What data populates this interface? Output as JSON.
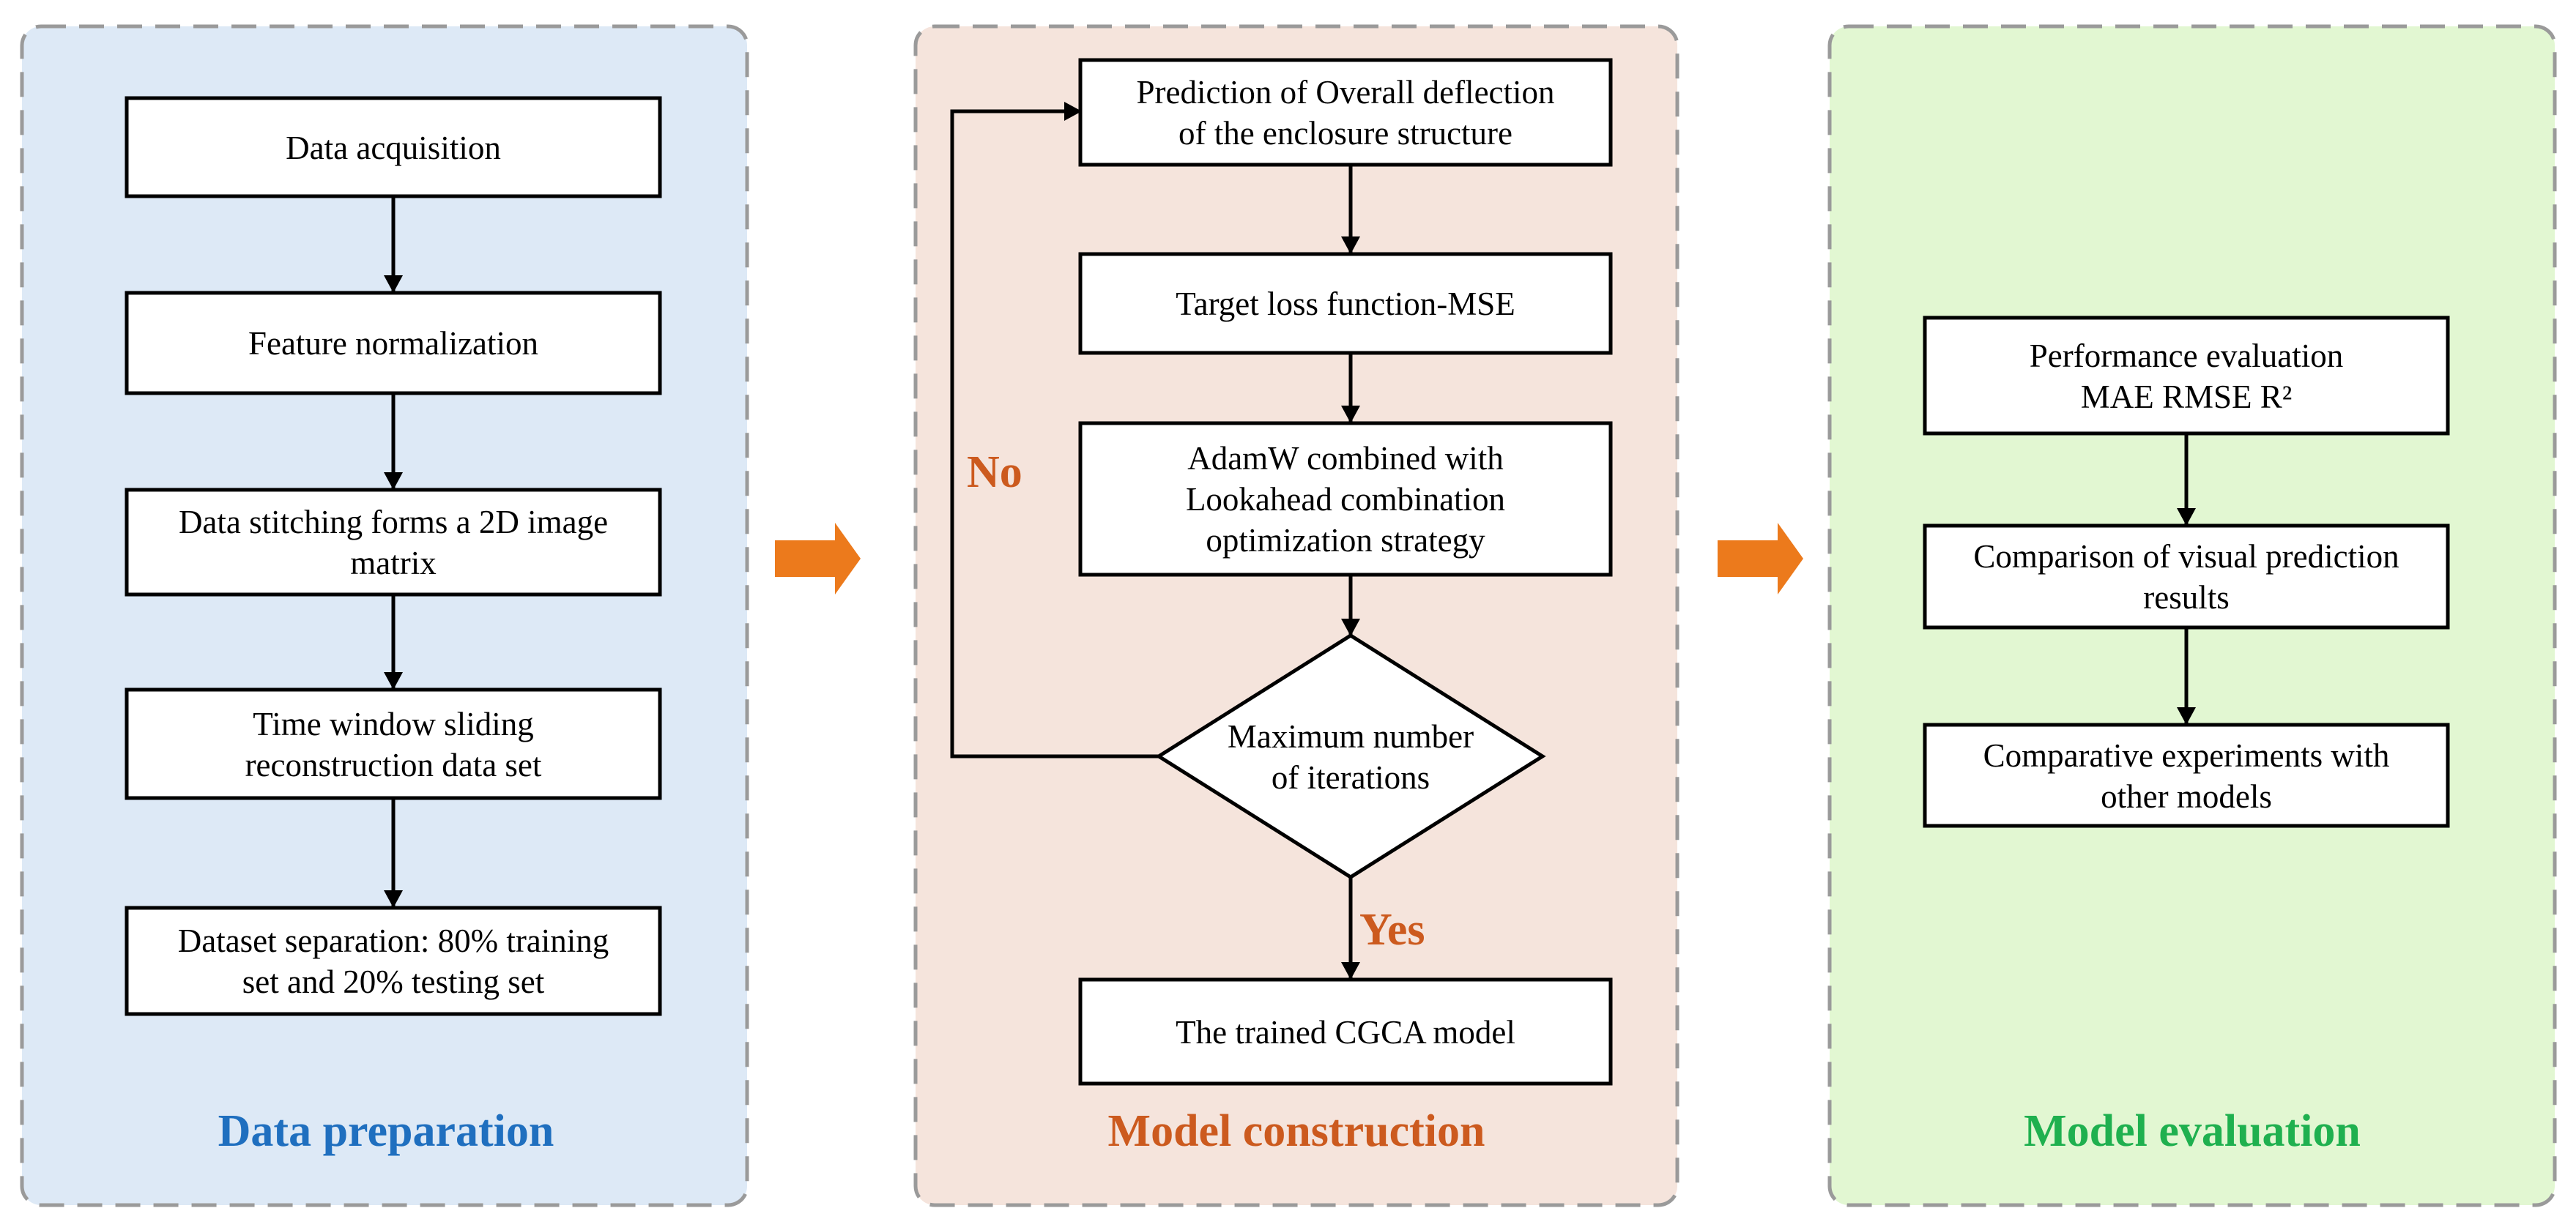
{
  "panels": {
    "prep": {
      "title": "Data preparation",
      "fill": "#dde9f6",
      "title_color": "#1f6fbf"
    },
    "construct": {
      "title": "Model construction",
      "fill": "#f5e4dc",
      "title_color": "#cc5a1e"
    },
    "eval": {
      "title": "Model evaluation",
      "fill": "#e2f7d2",
      "title_color": "#1fb04f"
    }
  },
  "nodes": {
    "data_acquisition": [
      "Data acquisition"
    ],
    "feature_normalization": [
      "Feature normalization"
    ],
    "data_stitching": [
      "Data stitching forms a 2D image",
      "matrix"
    ],
    "time_window": [
      "Time window sliding",
      "reconstruction data set"
    ],
    "dataset_separation": [
      "Dataset separation: 80% training",
      "set and 20% testing set"
    ],
    "prediction": [
      "Prediction of Overall deflection",
      "of the enclosure structure"
    ],
    "loss": [
      "Target loss function-MSE"
    ],
    "optimizer": [
      "AdamW combined with",
      "Lookahead combination",
      "optimization strategy"
    ],
    "max_iter": [
      "Maximum number",
      "of iterations"
    ],
    "trained_model": [
      "The trained CGCA model"
    ],
    "performance": [
      "Performance evaluation",
      "MAE RMSE R²"
    ],
    "visual_comparison": [
      "Comparison of visual prediction",
      "results"
    ],
    "comparative": [
      "Comparative experiments with",
      "other models"
    ]
  },
  "edge_labels": {
    "no": "No",
    "yes": "Yes",
    "color": "#cc5a1e"
  },
  "colors": {
    "panel_border": "#9a9a9a",
    "stage_arrow": "#ec7a1c"
  }
}
